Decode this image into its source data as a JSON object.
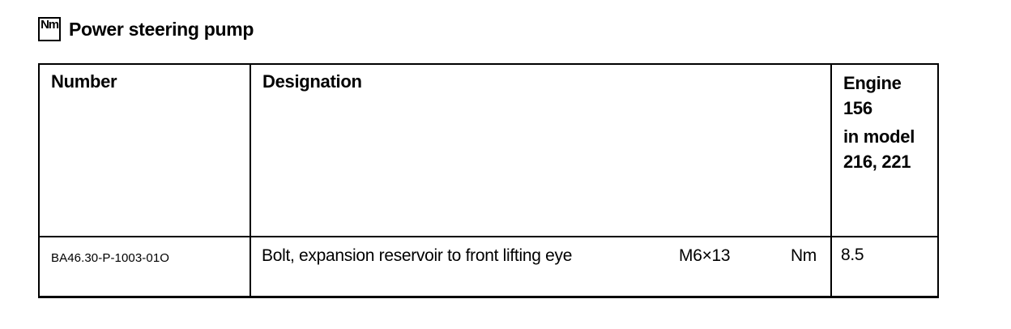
{
  "title": {
    "icon_label": "Nm",
    "text": "Power steering pump"
  },
  "table": {
    "columns": [
      {
        "label": "Number"
      },
      {
        "label": "Designation"
      },
      {
        "label_lines": [
          "Engine",
          "156",
          "in model",
          "216, 221"
        ]
      }
    ],
    "rows": [
      {
        "number": "BA46.30-P-1003-01O",
        "designation": "Bolt, expansion reservoir to front lifting eye",
        "size": "M6×13",
        "unit": "Nm",
        "value": "8.5"
      }
    ]
  },
  "colors": {
    "text": "#000000",
    "border": "#000000",
    "background": "#ffffff"
  }
}
